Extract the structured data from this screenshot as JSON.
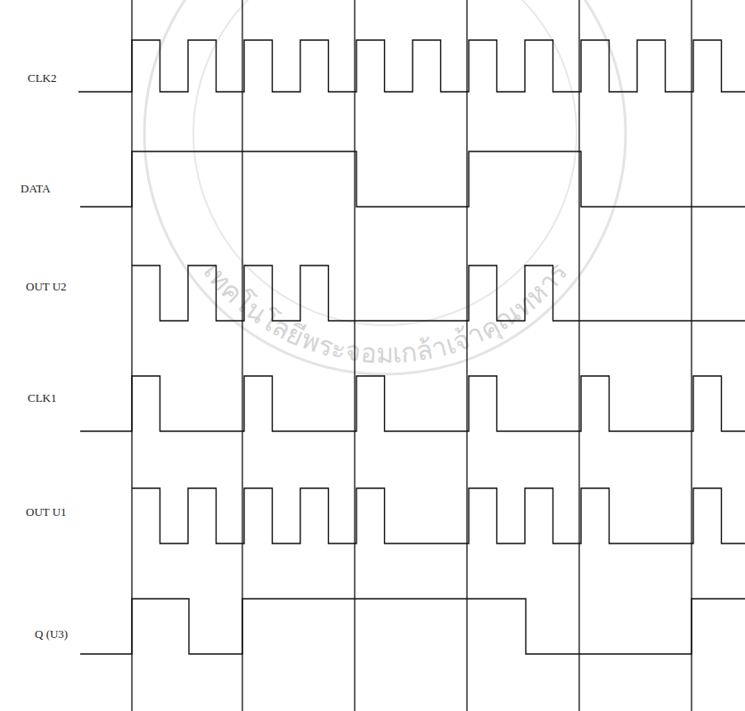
{
  "diagram": {
    "labels": [
      "CLK2",
      "DATA",
      "OUT U2",
      "CLK1",
      "OUT U1",
      "Q (U3)",
      "เทคโนโลยีพระจอมเกล้าเจ้าคุณทหาร"
    ]
  }
}
